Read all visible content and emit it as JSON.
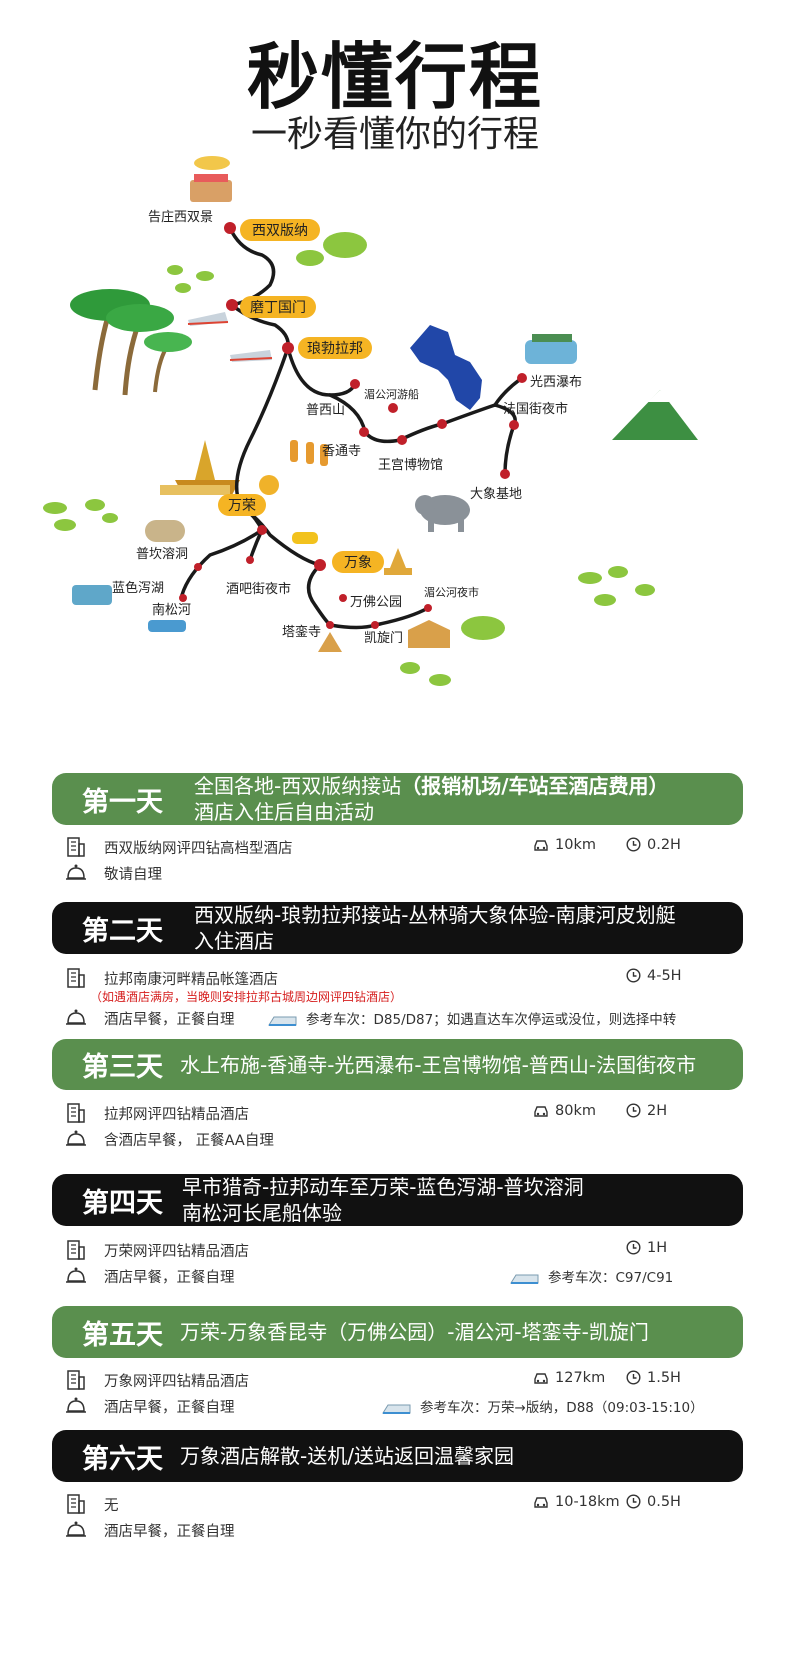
{
  "header": {
    "title": "秒懂行程",
    "subtitle": "一秒看懂你的行程"
  },
  "map": {
    "badges": [
      "西双版纳",
      "磨丁国门",
      "琅勃拉邦",
      "万荣",
      "万象"
    ],
    "places": [
      "告庄西双景",
      "湄公河游船",
      "光西瀑布",
      "普西山",
      "法国街夜市",
      "香通寺",
      "王宫博物馆",
      "大象基地",
      "普坎溶洞",
      "蓝色泻湖",
      "酒吧街夜市",
      "南松河",
      "万佛公园",
      "湄公河夜市",
      "塔銮寺",
      "凯旋门"
    ]
  },
  "days": [
    {
      "label": "第一天",
      "theme": "green",
      "line1": "全国各地-西双版纳接站",
      "line1_bold": "（报销机场/车站至酒店费用）",
      "line2": "酒店入住后自由活动",
      "hotel": "西双版纳网评四钻高档型酒店",
      "meal": "敬请自理",
      "distance": "10km",
      "duration": "0.2H"
    },
    {
      "label": "第二天",
      "theme": "black",
      "line1": "西双版纳-琅勃拉邦接站-丛林骑大象体验-南康河皮划艇",
      "line2": "入住酒店",
      "hotel": "拉邦南康河畔精品帐篷酒店",
      "note": "（如遇酒店满房，当晚则安排拉邦古城周边网评四钻酒店）",
      "meal": "酒店早餐，正餐自理",
      "duration": "4-5H",
      "train": "参考车次：D85/D87；如遇直达车次停运或没位，则选择中转"
    },
    {
      "label": "第三天",
      "theme": "green",
      "line1": "水上布施-香通寺-光西瀑布-王宫博物馆-普西山-法国街夜市",
      "hotel": "拉邦网评四钻精品酒店",
      "meal": "含酒店早餐， 正餐AA自理",
      "distance": "80km",
      "duration": "2H"
    },
    {
      "label": "第四天",
      "theme": "black",
      "line1": "早市猎奇-拉邦动车至万荣-蓝色泻湖-普坎溶洞",
      "line2": "南松河长尾船体验",
      "hotel": "万荣网评四钻精品酒店",
      "meal": "酒店早餐，正餐自理",
      "duration": "1H",
      "train": "参考车次：C97/C91"
    },
    {
      "label": "第五天",
      "theme": "green",
      "line1": "万荣-万象香昆寺（万佛公园）-湄公河-塔銮寺-凯旋门",
      "hotel": "万象网评四钻精品酒店",
      "meal": "酒店早餐，正餐自理",
      "distance": "127km",
      "duration": "1.5H",
      "train": "参考车次：万荣→版纳，D88（09:03-15:10）"
    },
    {
      "label": "第六天",
      "theme": "black",
      "line1": "万象酒店解散-送机/送站返回温馨家园",
      "hotel": "无",
      "meal": "酒店早餐，正餐自理",
      "distance": "10-18km",
      "duration": "0.5H"
    }
  ],
  "colors": {
    "green": "#5a8f4e",
    "black": "#111111",
    "badge": "#f5b423",
    "route": "#1a1a1a",
    "pin": "#c0202a",
    "note": "#d62020"
  },
  "icons": {
    "hotel": "building-icon",
    "meal": "food-cloche-icon",
    "distance": "car-icon",
    "duration": "clock-icon",
    "train": "train-icon"
  }
}
